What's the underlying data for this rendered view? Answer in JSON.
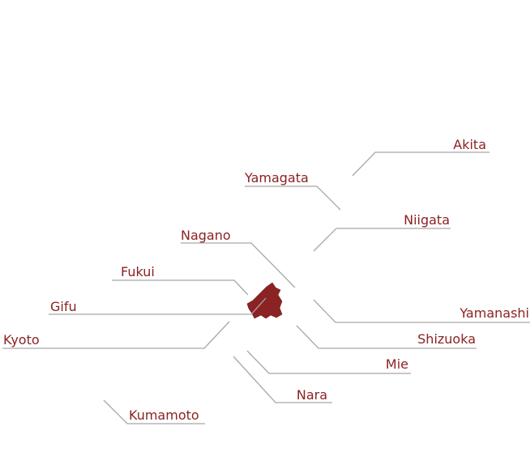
{
  "map": {
    "highlight_color": "#8b2223",
    "leader_color": "#a8a8a8",
    "labels": {
      "akita": "Akita",
      "yamagata": "Yamagata",
      "niigata": "Niigata",
      "nagano": "Nagano",
      "fukui": "Fukui",
      "gifu": "Gifu",
      "yamanashi": "Yamanashi",
      "kyoto": "Kyoto",
      "shizuoka": "Shizuoka",
      "mie": "Mie",
      "nara": "Nara",
      "kumamoto": "Kumamoto"
    }
  }
}
